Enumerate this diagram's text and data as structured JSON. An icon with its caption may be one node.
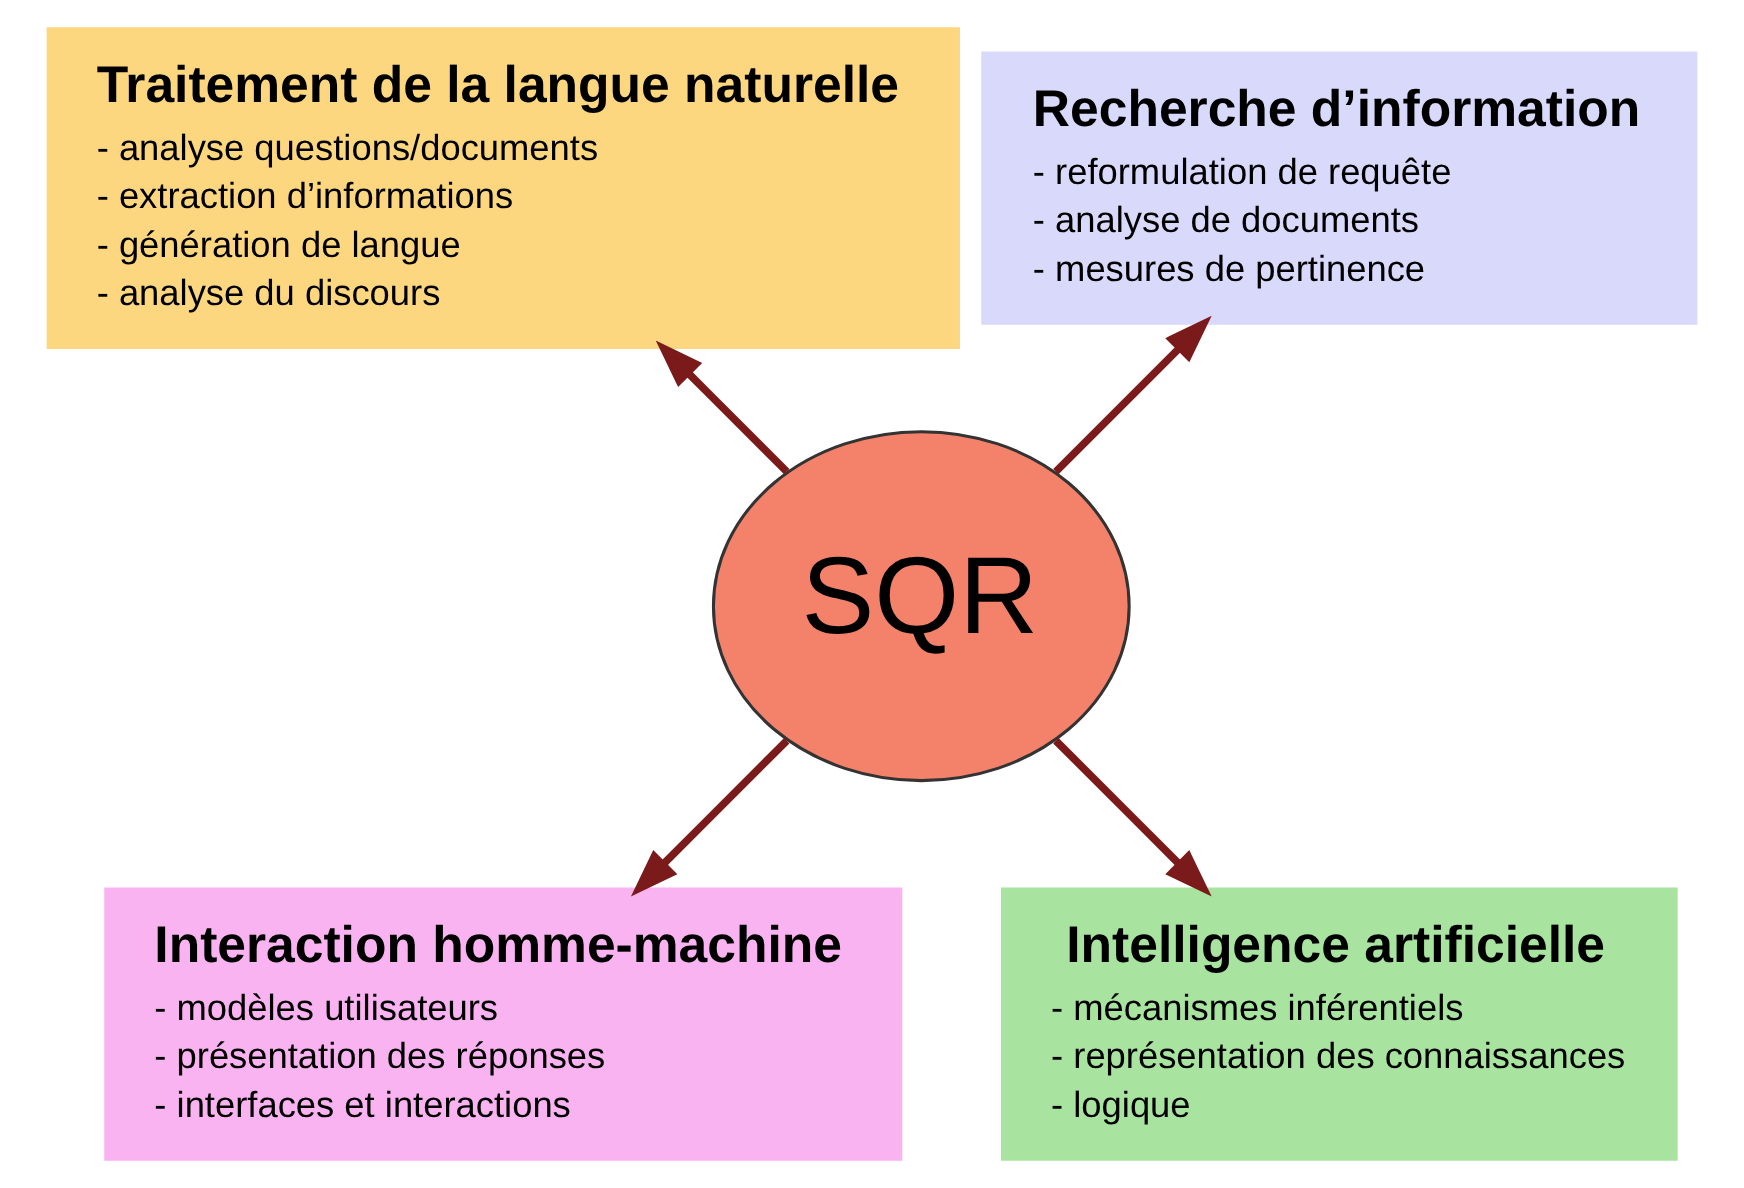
{
  "diagram": {
    "nodes": [
      {
        "text": [
          "Recherche d’information",
          "- reformulation de requête",
          "- analyse de documents",
          "- mesures de pertinence"
        ]
      },
      {
        "text": [
          "Traitement de la langue naturelle",
          "- analyse questions/documents",
          "- extraction d’informations",
          "- génération de langue",
          "- analyse du discours"
        ]
      },
      {
        "text": [
          "SQR"
        ]
      },
      {
        "text": [
          "Interaction homme-machine",
          "- modèles utilisateurs",
          "- présentation des réponses",
          "- interfaces et interactions"
        ]
      },
      {
        "text": [
          "Intelligence artificielle",
          "- mécanismes inférentiels",
          "- représentation des connaissances",
          "- logique"
        ]
      }
    ],
    "edges": [
      {
        "from": 2,
        "to": 0,
        "arrow": "to"
      },
      {
        "from": 2,
        "to": 1,
        "arrow": "to"
      },
      {
        "from": 2,
        "to": 3,
        "arrow": "to"
      },
      {
        "from": 2,
        "to": 4,
        "arrow": "to"
      }
    ]
  }
}
